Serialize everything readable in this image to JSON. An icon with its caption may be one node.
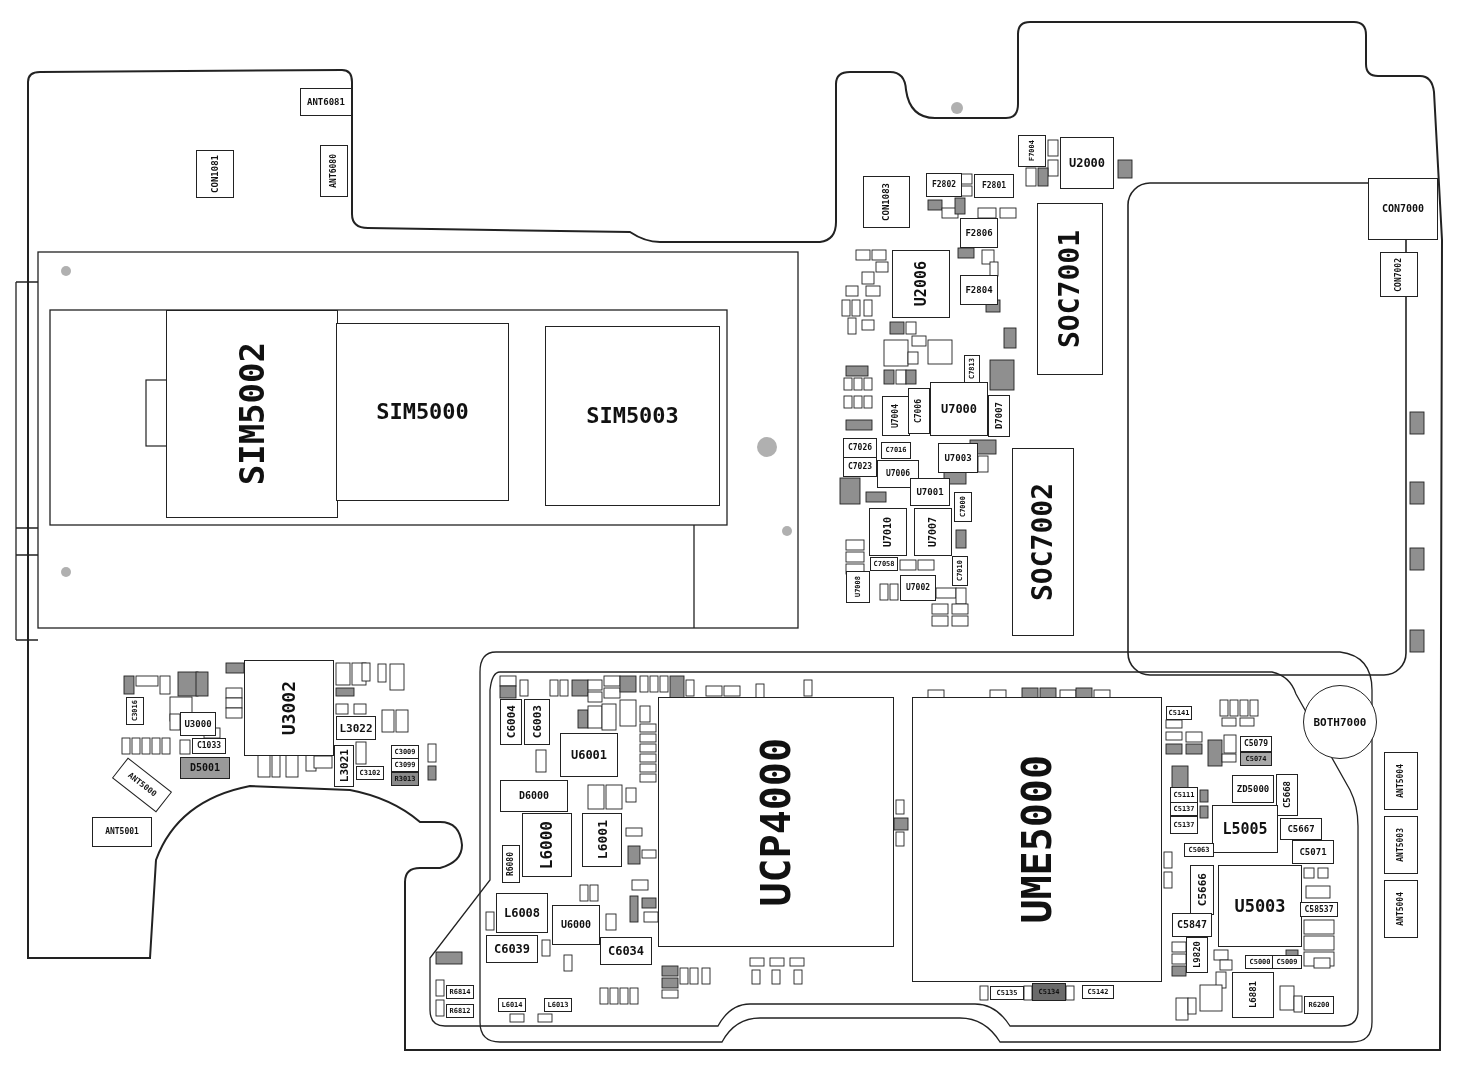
{
  "diagram": {
    "nodes": [
      {
        "text": [
          "ANT6081"
        ]
      },
      {
        "text": [
          "CON1081"
        ]
      },
      {
        "text": [
          "ANT6080"
        ]
      },
      {
        "text": [
          "F7004"
        ]
      },
      {
        "text": [
          "U2000"
        ]
      },
      {
        "text": [
          "CON1083"
        ]
      },
      {
        "text": [
          "F2802"
        ]
      },
      {
        "text": [
          "F2801"
        ]
      },
      {
        "text": [
          "CON7000"
        ]
      },
      {
        "text": [
          "SOC7001"
        ]
      },
      {
        "text": [
          "F2806"
        ]
      },
      {
        "text": [
          "U2006"
        ]
      },
      {
        "text": [
          "CON7002"
        ]
      },
      {
        "text": [
          "F2804"
        ]
      },
      {
        "text": [
          "SIM5002"
        ]
      },
      {
        "text": [
          "SIM5000"
        ]
      },
      {
        "text": [
          "SIM5003"
        ]
      },
      {
        "text": [
          "C7813"
        ]
      },
      {
        "text": [
          "U7000"
        ]
      },
      {
        "text": [
          "U7004"
        ]
      },
      {
        "text": [
          "C7006"
        ]
      },
      {
        "text": [
          "D7007"
        ]
      },
      {
        "text": [
          "C7026"
        ]
      },
      {
        "text": [
          "C7016"
        ]
      },
      {
        "text": [
          "U7003"
        ]
      },
      {
        "text": [
          "SOC7002"
        ]
      },
      {
        "text": [
          "C7023"
        ]
      },
      {
        "text": [
          "U7006"
        ]
      },
      {
        "text": [
          "U7001"
        ]
      },
      {
        "text": [
          "C7000"
        ]
      },
      {
        "text": [
          "U7010"
        ]
      },
      {
        "text": [
          "U7007"
        ]
      },
      {
        "text": [
          "C7058"
        ]
      },
      {
        "text": [
          "C7010"
        ]
      },
      {
        "text": [
          "U7008"
        ]
      },
      {
        "text": [
          "U7002"
        ]
      },
      {
        "text": [
          "U3002"
        ]
      },
      {
        "text": [
          "C3016"
        ]
      },
      {
        "text": [
          "U3000"
        ]
      },
      {
        "text": [
          "L3022"
        ]
      },
      {
        "text": [
          "C1033"
        ]
      },
      {
        "text": [
          "L3021"
        ]
      },
      {
        "text": [
          "C3009"
        ]
      },
      {
        "text": [
          "D5001"
        ]
      },
      {
        "text": [
          "C3099"
        ]
      },
      {
        "text": [
          "C3102"
        ]
      },
      {
        "text": [
          "R3013"
        ]
      },
      {
        "text": [
          "ANT5000"
        ]
      },
      {
        "text": [
          "ANT5001"
        ]
      },
      {
        "text": [
          "C6004"
        ]
      },
      {
        "text": [
          "C6003"
        ]
      },
      {
        "text": [
          "UCP4000"
        ]
      },
      {
        "text": [
          "UME5000"
        ]
      },
      {
        "text": [
          "C5141"
        ]
      },
      {
        "text": [
          "BOTH7000"
        ]
      },
      {
        "text": [
          "U6001"
        ]
      },
      {
        "text": [
          "C5079"
        ]
      },
      {
        "text": [
          "C5074"
        ]
      },
      {
        "text": [
          "ANT5004"
        ]
      },
      {
        "text": [
          "ZD5000"
        ]
      },
      {
        "text": [
          "C5668"
        ]
      },
      {
        "text": [
          "D6000"
        ]
      },
      {
        "text": [
          "C5111"
        ]
      },
      {
        "text": [
          "C5137"
        ]
      },
      {
        "text": [
          "L5005"
        ]
      },
      {
        "text": [
          "C5137"
        ]
      },
      {
        "text": [
          "C5667"
        ]
      },
      {
        "text": [
          "ANT5003"
        ]
      },
      {
        "text": [
          "L6000"
        ]
      },
      {
        "text": [
          "L6001"
        ]
      },
      {
        "text": [
          "C5071"
        ]
      },
      {
        "text": [
          "C5063"
        ]
      },
      {
        "text": [
          "R6080"
        ]
      },
      {
        "text": [
          "C5666"
        ]
      },
      {
        "text": [
          "U5003"
        ]
      },
      {
        "text": [
          "ANT5004"
        ]
      },
      {
        "text": [
          "L6008"
        ]
      },
      {
        "text": [
          "U6000"
        ]
      },
      {
        "text": [
          "C58537"
        ]
      },
      {
        "text": [
          "C5847"
        ]
      },
      {
        "text": [
          "C6039"
        ]
      },
      {
        "text": [
          "C6034"
        ]
      },
      {
        "text": [
          "L9820"
        ]
      },
      {
        "text": [
          "C5000"
        ]
      },
      {
        "text": [
          "C5009"
        ]
      },
      {
        "text": [
          "L6881"
        ]
      },
      {
        "text": [
          "R6814"
        ]
      },
      {
        "text": [
          "C5135"
        ]
      },
      {
        "text": [
          "C5134"
        ]
      },
      {
        "text": [
          "C5142"
        ]
      },
      {
        "text": [
          "R6200"
        ]
      },
      {
        "text": [
          "L6014"
        ]
      },
      {
        "text": [
          "L6013"
        ]
      },
      {
        "text": [
          "R6812"
        ]
      }
    ]
  }
}
